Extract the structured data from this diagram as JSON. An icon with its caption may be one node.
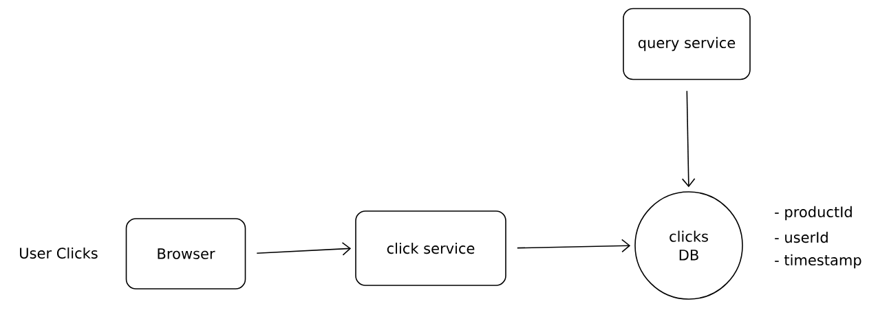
{
  "diagram": {
    "nodes": [
      {
        "text": [
          "Browser"
        ]
      },
      {
        "text": [
          "click service"
        ]
      },
      {
        "text": [
          "query service"
        ]
      },
      {
        "text": [
          "clicks DB"
        ],
        "beside": [
          "- productId",
          "- userId",
          "- timestamp"
        ]
      }
    ],
    "edges": [
      {
        "from": 0,
        "to": 1,
        "arrow": "to"
      },
      {
        "from": 1,
        "to": 3,
        "arrow": "to"
      },
      {
        "from": 2,
        "to": 3,
        "arrow": "to"
      }
    ],
    "labels": [
      "User Clicks"
    ]
  }
}
